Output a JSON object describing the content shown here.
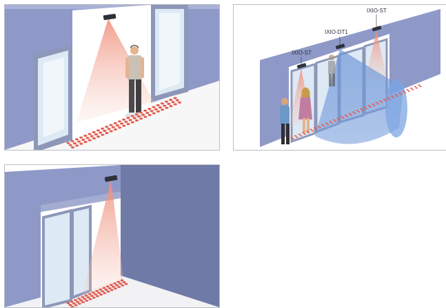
{
  "panels": [
    {
      "id": "panel-1",
      "description_shown": ""
    },
    {
      "id": "panel-2",
      "description_shown": ""
    },
    {
      "id": "panel-3",
      "description_shown": ""
    }
  ],
  "labels": {
    "left_sensor": "IXIO-ST",
    "middle_sensor": "IXIO-DT1",
    "right_sensor": "IXIO-ST"
  },
  "colors": {
    "wall": "#8f99c8",
    "wall_dark": "#6f7aa6",
    "frame": "#8d97b8",
    "glass": "#dde9f4",
    "sensor": "#2e3138",
    "ir_beam": "#f08c78",
    "ir_dot": "#e35b4e",
    "radar_beam": "#6f97d9"
  }
}
